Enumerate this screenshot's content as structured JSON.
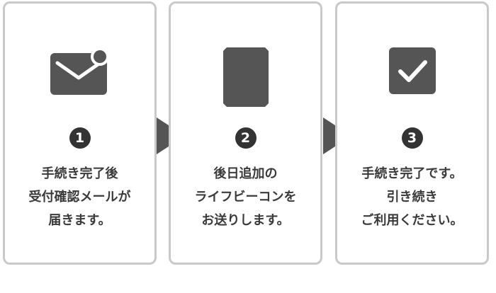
{
  "steps": [
    {
      "icon": "mail-notification-icon",
      "number": "1",
      "lines": [
        "手続き完了後",
        "受付確認メールが",
        "届きます。"
      ]
    },
    {
      "icon": "card-icon",
      "number": "2",
      "lines": [
        "後日追加の",
        "ライフビーコンを",
        "お送りします。"
      ]
    },
    {
      "icon": "checkbox-checked-icon",
      "number": "3",
      "lines": [
        "手続き完了です。",
        "引き続き",
        "ご利用ください。"
      ]
    }
  ],
  "arrow_icon": "triangle-right-icon",
  "colors": {
    "icon": "#555555",
    "badge": "#333333",
    "border": "#c9c9c9",
    "text": "#3a3a3a"
  }
}
